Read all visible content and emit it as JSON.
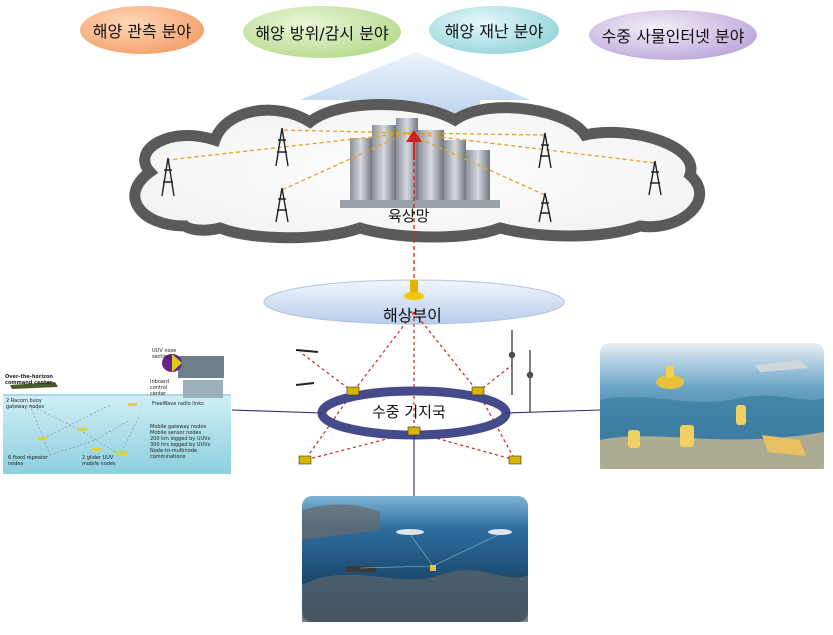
{
  "categories": [
    {
      "label": "해양 관측 분야",
      "color": "#f2a26d"
    },
    {
      "label": "해양 방위/감시 분야",
      "color": "#b6d98a"
    },
    {
      "label": "해양 재난 분야",
      "color": "#8fd3d8"
    },
    {
      "label": "수중 사물인터넷 분야",
      "color": "#b59fd6"
    }
  ],
  "network": {
    "land_label": "육상망",
    "buoy_label": "해상부이",
    "base_label": "수중 기지국"
  },
  "left_image": {
    "top_text": "Over-the-horizon command center",
    "items": [
      "UUV nose section",
      "Inboard control center",
      "FreeWave radio links",
      "2 Racom buoy gateway nodes",
      "6 fixed repeater nodes",
      "2 glider UUV mobile nodes"
    ],
    "legend": [
      "Mobile gateway nodes",
      "Mobile sensor nodes",
      "200 km logged by UUVs",
      "300 hrs logged by UUVs",
      "Node-to-multinode comminations"
    ]
  },
  "colors": {
    "link_red": "#d22020",
    "link_orange": "#e8a020",
    "link_blue": "#2a2a7a",
    "cloud_stroke": "#5a5a5a",
    "ring_stroke": "#454a8a"
  }
}
